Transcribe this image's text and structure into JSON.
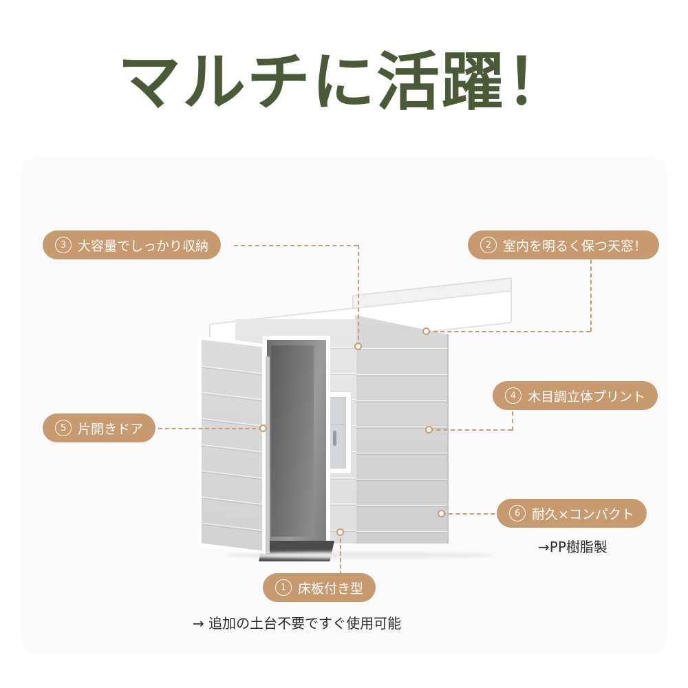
{
  "title": "マルチに活躍！",
  "colors": {
    "title": "#4a5a36",
    "label_bg": "#c79a70",
    "connector": "#c79a70",
    "card_bg": "#fbfbfb"
  },
  "labels": [
    {
      "id": "label-3",
      "num": "3",
      "text": "大容量でしっかり収納"
    },
    {
      "id": "label-2",
      "num": "2",
      "text": "室内を明るく保つ天窓！"
    },
    {
      "id": "label-4",
      "num": "4",
      "text": "木目調立体プリント"
    },
    {
      "id": "label-5",
      "num": "5",
      "text": "片開きドア"
    },
    {
      "id": "label-6",
      "num": "6",
      "text": "耐久×コンパクト"
    },
    {
      "id": "label-1",
      "num": "1",
      "text": "床板付き型"
    }
  ],
  "notes": [
    {
      "id": "note-6",
      "text": "→PP樹脂製"
    },
    {
      "id": "note-1",
      "text": "→ 追加の土台不要ですぐ使用可能"
    }
  ]
}
